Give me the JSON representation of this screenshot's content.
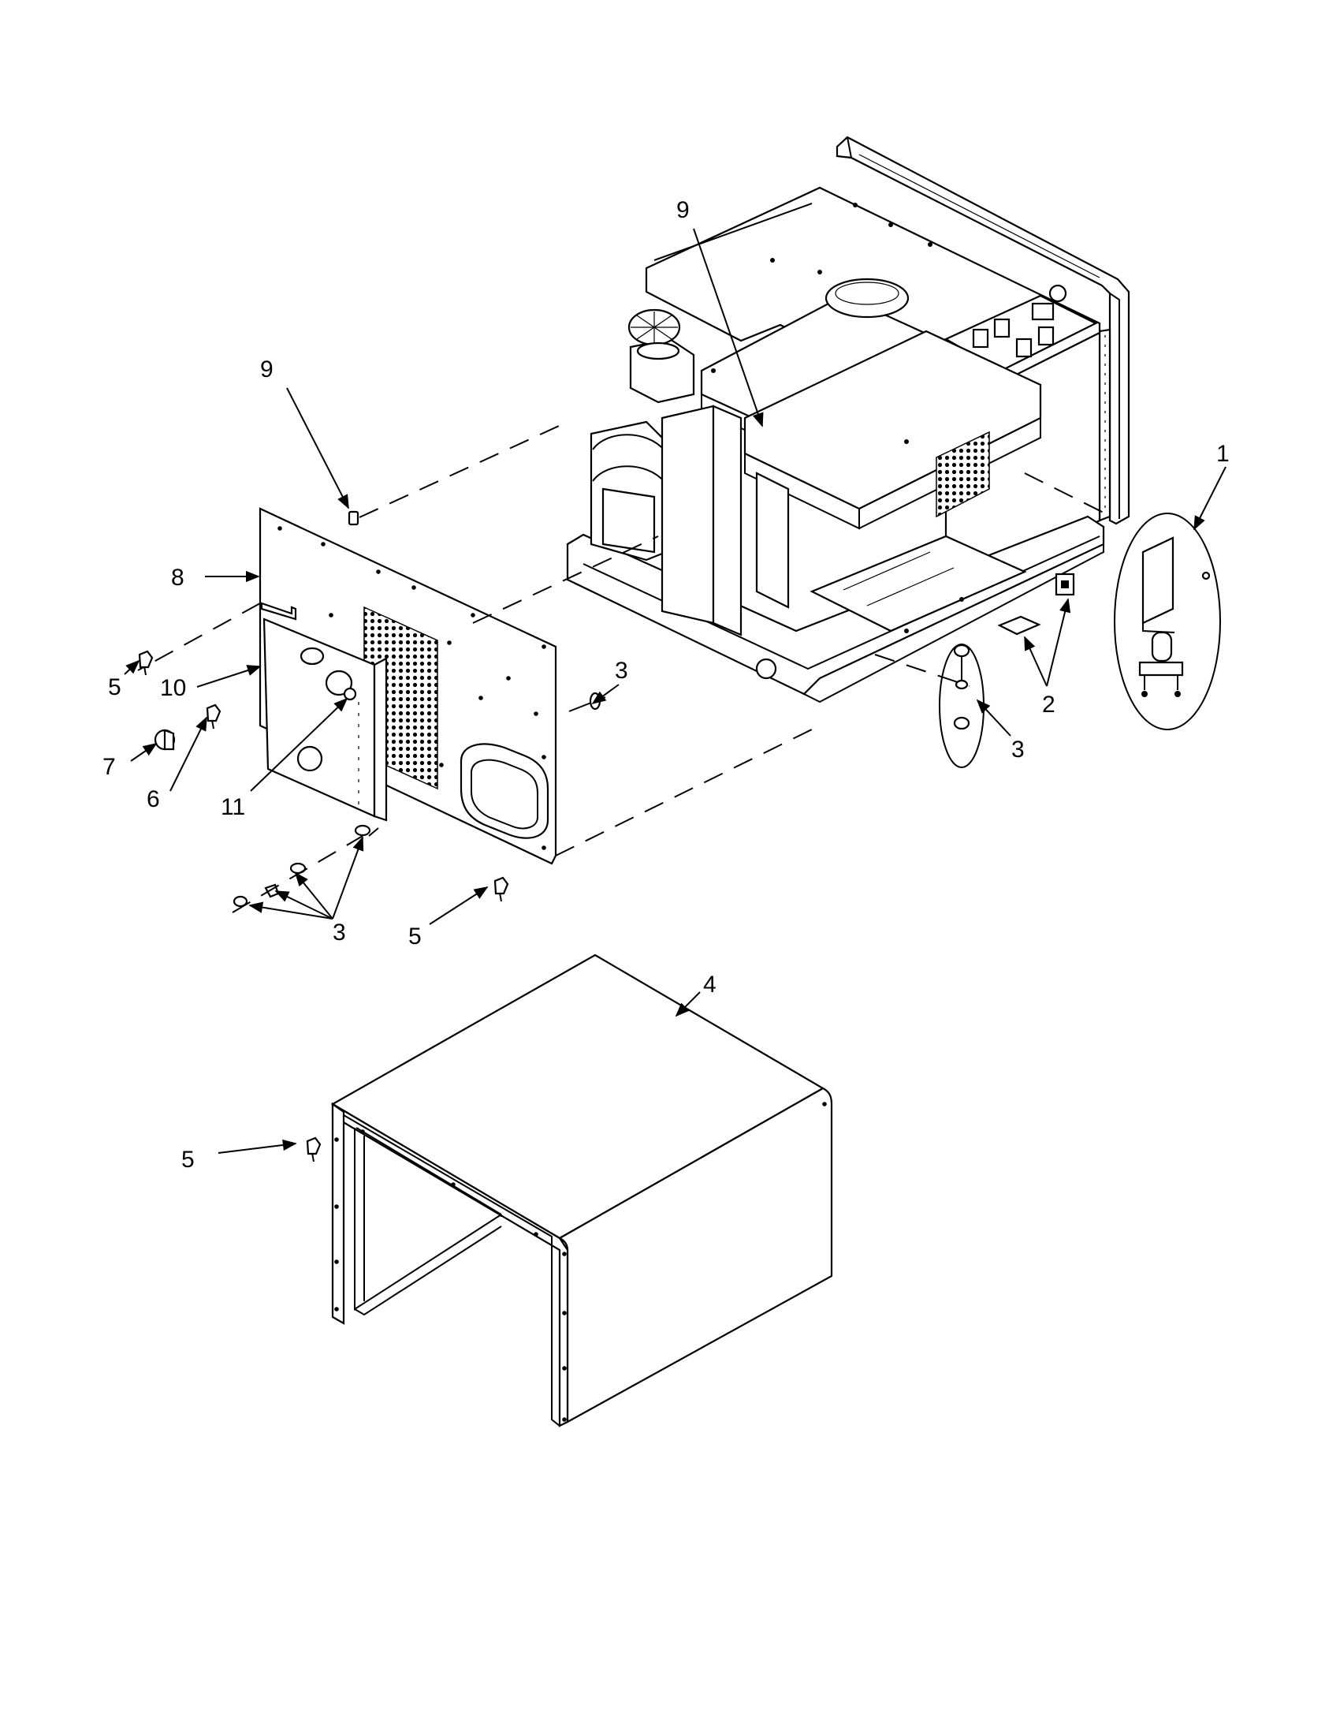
{
  "callouts": {
    "c1": "1",
    "c2": "2",
    "c3a": "3",
    "c3b": "3",
    "c3c": "3",
    "c4": "4",
    "c5a": "5",
    "c5b": "5",
    "c5c": "5",
    "c6": "6",
    "c7": "7",
    "c8": "8",
    "c9a": "9",
    "c9b": "9",
    "c10": "10",
    "c11": "11"
  }
}
